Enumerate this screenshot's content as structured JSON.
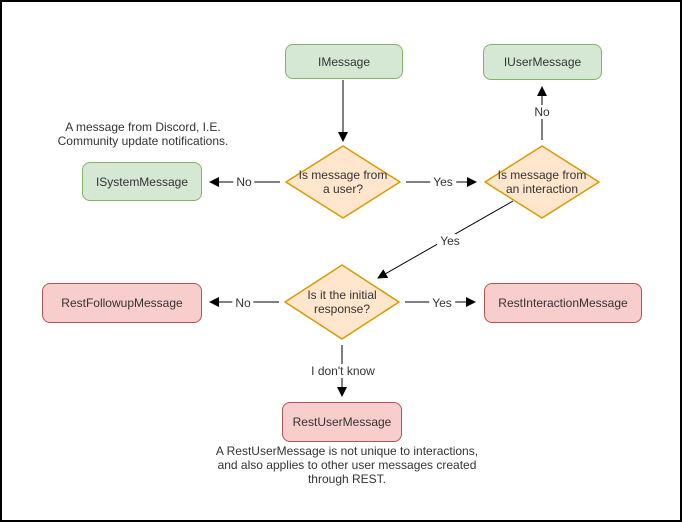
{
  "colors": {
    "green_fill": "#d5e8d4",
    "green_stroke": "#82b366",
    "orange_fill": "#ffe6cc",
    "orange_stroke": "#d79b00",
    "red_fill": "#f8cecc",
    "red_stroke": "#b85450",
    "edge": "#000000",
    "background": "#ffffff"
  },
  "nodes": {
    "imessage": "IMessage",
    "iusermessage": "IUserMessage",
    "isystemmessage": "ISystemMessage",
    "restfollowupmessage": "RestFollowupMessage",
    "restinteractionmessage": "RestInteractionMessage",
    "restusermessage": "RestUserMessage",
    "decision_from_user": "Is message from\na user?",
    "decision_from_interaction": "Is message from\nan interaction",
    "decision_initial_response": "Is it the initial\nresponse?"
  },
  "edge_labels": {
    "user_no": "No",
    "user_yes": "Yes",
    "interaction_no": "No",
    "interaction_yes": "Yes",
    "initial_no": "No",
    "initial_yes": "Yes",
    "initial_unknown": "I don't know"
  },
  "annotations": {
    "system_message_note": "A message from Discord, I.E.\nCommunity update notifications.",
    "rest_user_message_note": "A RestUserMessage is not unique to interactions,\nand also applies to other user messages created\nthrough REST."
  }
}
